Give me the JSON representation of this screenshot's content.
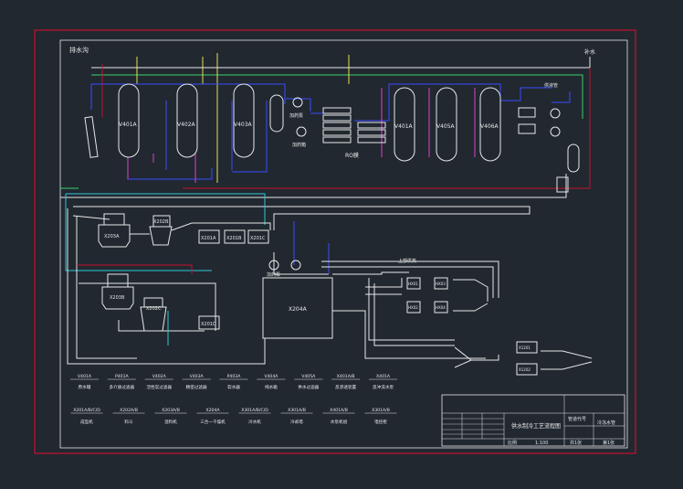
{
  "header": {
    "top_left": "排水沟",
    "top_right": "补水",
    "mid_right": "供液管"
  },
  "tanks": {
    "t1": "V401A",
    "t2": "V402A",
    "t3": "V403A",
    "t4": "V401A",
    "t5": "V405A",
    "t6": "V406A"
  },
  "labels": {
    "dosing_pump": "加药泵",
    "dosing_tank": "加药箱",
    "ro": "RO膜",
    "x203a": "X203A",
    "x202b": "X202B",
    "x201a": "X201A",
    "x201b": "X201B",
    "x201c": "X201C",
    "x203b": "X203B",
    "x202c": "X202C",
    "x201d": "X201D",
    "x204a": "X204A",
    "pumps": "加药泵",
    "upper_hx": "上部供热",
    "hx_a": "HX01",
    "hx_b": "HX02",
    "hx_c": "HX03",
    "hx_d": "HX04",
    "lower_a": "X1201",
    "lower_b": "X1202"
  },
  "legend_row1": [
    {
      "code": "V401A",
      "name": "原水罐"
    },
    {
      "code": "P401A",
      "name": "多介质过滤器"
    },
    {
      "code": "V402A",
      "name": "活性炭过滤器"
    },
    {
      "code": "V403A",
      "name": "精密过滤器"
    },
    {
      "code": "P403A",
      "name": "软水器"
    },
    {
      "code": "V404A",
      "name": "纯水箱"
    },
    {
      "code": "V405A",
      "name": "供水过滤器"
    },
    {
      "code": "X401A/B",
      "name": "反渗透装置"
    },
    {
      "code": "X401A",
      "name": "反冲洗水泵"
    }
  ],
  "legend_row2": [
    {
      "code": "X201A/B/C/D",
      "name": "成型机"
    },
    {
      "code": "X202A/B",
      "name": "料斗"
    },
    {
      "code": "X203A/B",
      "name": "混料机"
    },
    {
      "code": "X204A",
      "name": "三合一干燥机"
    },
    {
      "code": "X301A/B/C/D",
      "name": "冷水机"
    },
    {
      "code": "X301A/B",
      "name": "冷却塔"
    },
    {
      "code": "X401A/B",
      "name": "水泵机组"
    },
    {
      "code": "X301A/B",
      "name": "电控柜"
    }
  ],
  "title_block": {
    "title": "供水制冷工艺流程图",
    "right_top": "管道代号",
    "right_mid": "冷冻水管",
    "scale_label": "比例",
    "scale_value": "1:100",
    "sheet_label": "共1张",
    "sheet_value": "第1张"
  },
  "colors": {
    "background": "#212830",
    "frame": "#c8102e",
    "line_white": "#e8e8e8",
    "line_blue": "#3a4bff",
    "line_yellow": "#e8e04a",
    "line_magenta": "#e040c8",
    "line_green": "#3ad06a",
    "line_cyan": "#2ec8d8",
    "line_red": "#d02030"
  }
}
